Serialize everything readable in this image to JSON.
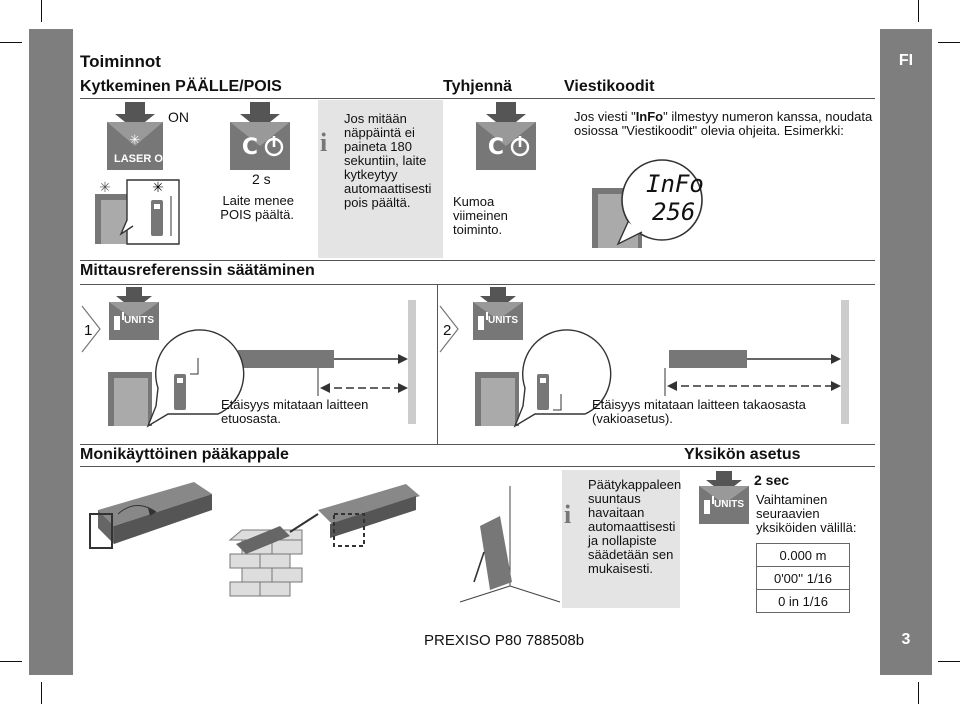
{
  "lang_tab": "FI",
  "page_number": "3",
  "footer": "PREXISO P80 788508b",
  "sections": {
    "functions_title": "Toiminnot",
    "power": {
      "title": "Kytkeminen PÄÄLLE/POIS",
      "on_label": "ON",
      "laser_on_label": "LASER ON",
      "two_s": "2 s",
      "device_off_text": "Laite menee POIS päältä.",
      "note": "Jos mitään näppäintä ei paineta 180 sekuntiin, laite kytkeytyy automaattisesti pois päältä."
    },
    "clear": {
      "title": "Tyhjennä",
      "text": "Kumoa viimeinen toiminto."
    },
    "messages": {
      "title": "Viestikoodit",
      "text_pre": "Jos viesti \"",
      "text_bold": "InFo",
      "text_post": "\" ilmestyy numeron kanssa, noudata osiossa \"Viestikoodit\" olevia ohjeita. Esimerkki:",
      "display_line1": "InFo",
      "display_line2": "256"
    },
    "reference": {
      "title": "Mittausreferenssin säätäminen",
      "step1_num": "1",
      "step2_num": "2",
      "units_label": "UNITS",
      "front_text": "Etäisyys mitataan laitteen etuosasta.",
      "rear_text": "Etäisyys mitataan laitteen takaosasta (vakioasetus)."
    },
    "multifunction": {
      "title": "Monikäyttöinen pääkappale",
      "note": "Päätykappaleen suuntaus havaitaan automaattisesti ja nollapiste säädetään sen mukaisesti."
    },
    "unit_setting": {
      "title": "Yksikön asetus",
      "two_sec": "2 sec",
      "units_label": "UNITS",
      "text": "Vaihtaminen seuraavien yksiköiden välillä:",
      "options": [
        "0.000 m",
        "0'00'' 1/16",
        "0 in 1/16"
      ]
    }
  }
}
